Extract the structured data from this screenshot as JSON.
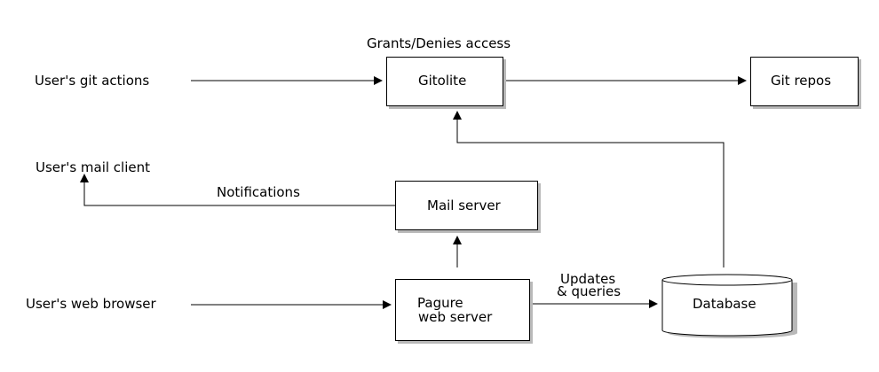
{
  "nodes": {
    "gitolite": "Gitolite",
    "git_repos": "Git repos",
    "mail_server": "Mail server",
    "pagure_line1": "Pagure",
    "pagure_line2": "web server",
    "database": "Database"
  },
  "labels": {
    "git_actions": "User's git actions",
    "mail_client": "User's mail client",
    "web_browser": "User's web browser",
    "grants": "Grants/Denies access",
    "notifications": "Notifications",
    "updates_line1": "Updates",
    "updates_line2": "& queries"
  }
}
